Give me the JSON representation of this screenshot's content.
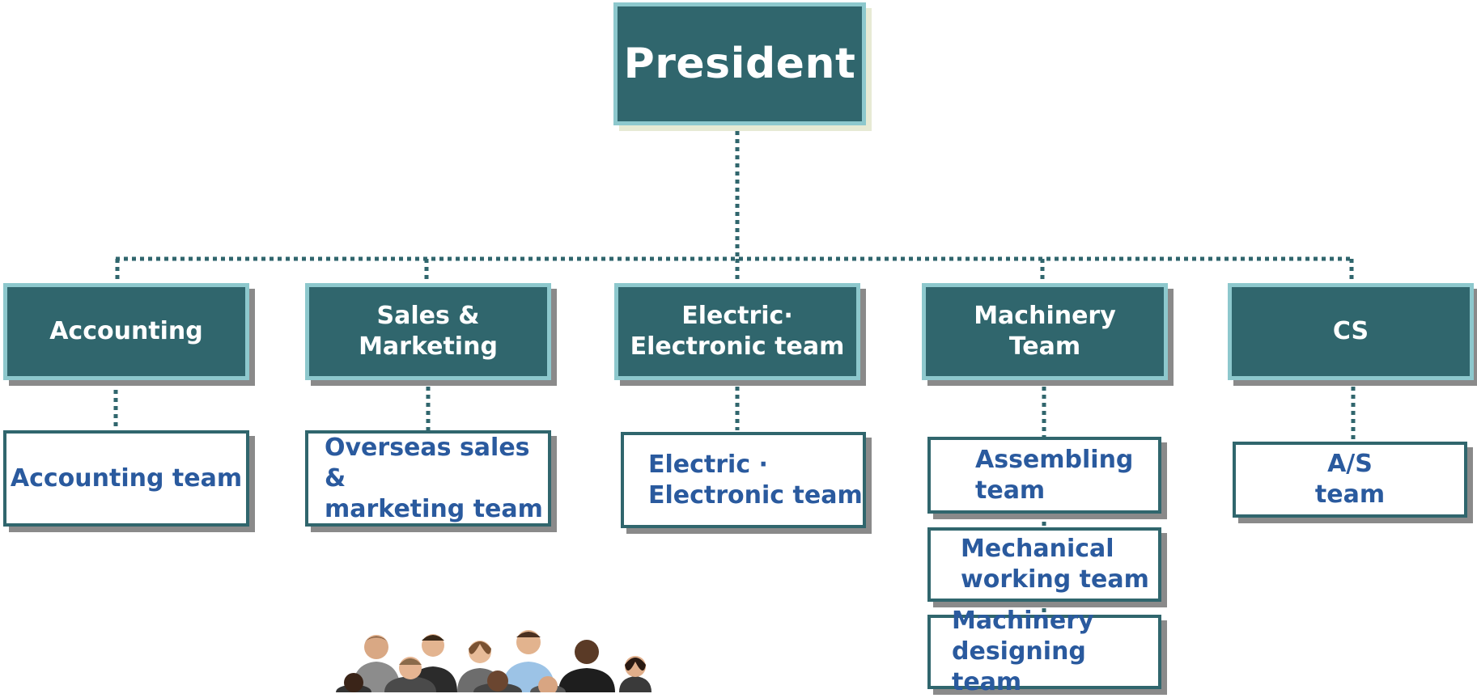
{
  "org_chart": {
    "president": "President",
    "departments": [
      {
        "label": "Accounting"
      },
      {
        "label": "Sales &\nMarketing"
      },
      {
        "label": "Electric·\nElectronic   team"
      },
      {
        "label": "Machinery\nTeam"
      },
      {
        "label": "CS"
      }
    ],
    "teams": [
      {
        "label": "Accounting team"
      },
      {
        "label": "Overseas sales &\nmarketing team"
      },
      {
        "label": "Electric  ·\nElectronic team"
      },
      {
        "label": "Assembling\nteam"
      },
      {
        "label": "Mechanical\nworking team"
      },
      {
        "label": "Machinery\ndesigning team"
      },
      {
        "label": "A/S\nteam"
      }
    ]
  },
  "colors": {
    "box_fill": "#30666d",
    "box_border": "#8dc8cd",
    "team_text": "#2a5a9e",
    "connector": "#30666d"
  }
}
